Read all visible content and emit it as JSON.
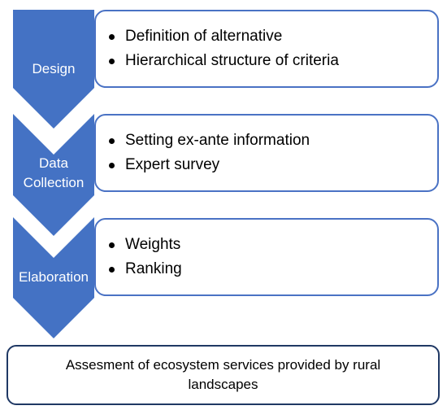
{
  "steps": [
    {
      "label": "Design",
      "bullets": [
        "Definition of alternative",
        "Hierarchical structure of criteria"
      ]
    },
    {
      "label": "Data Collection",
      "label_lines": [
        "Data",
        "Collection"
      ],
      "bullets": [
        "Setting ex-ante information",
        "Expert survey"
      ]
    },
    {
      "label": "Elaboration",
      "bullets": [
        "Weights",
        "Ranking"
      ]
    }
  ],
  "outcome": {
    "text": "Assesment of ecosystem services provided by rural landscapes"
  },
  "colors": {
    "chevron": "#4472c4",
    "box_border": "#4a72c4",
    "outcome_border": "#1f3864"
  }
}
